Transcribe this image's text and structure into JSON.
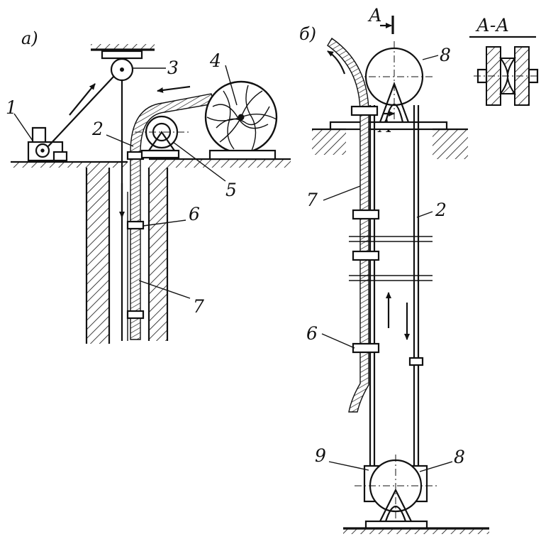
{
  "panels": {
    "a": "а)",
    "b": "б)"
  },
  "section": {
    "title": "А-А",
    "cut_mark_top": "А",
    "cut_mark_bottom": "А"
  },
  "labels": {
    "a_1": "1",
    "a_2": "2",
    "a_3": "3",
    "a_4": "4",
    "a_5": "5",
    "a_6": "6",
    "a_7": "7",
    "b_8_top": "8",
    "b_7": "7",
    "b_2": "2",
    "b_6": "6",
    "b_9": "9",
    "b_8_bottom": "8"
  },
  "colors": {
    "ink": "#111111",
    "paper": "#ffffff"
  }
}
